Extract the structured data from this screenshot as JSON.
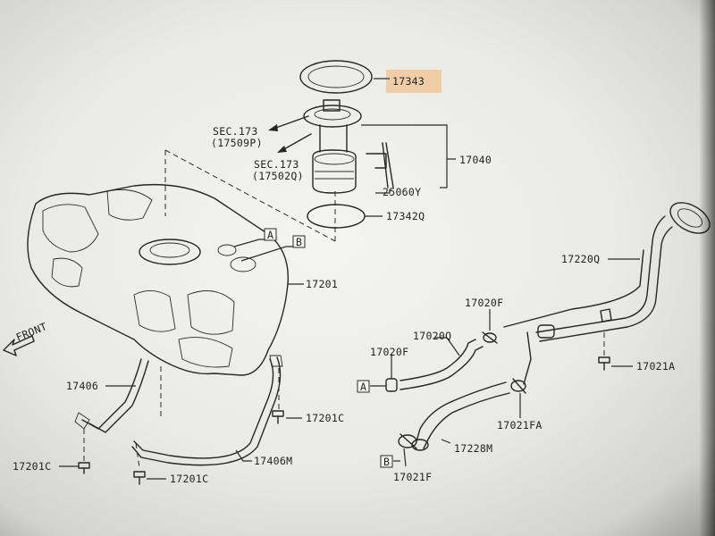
{
  "highlight_color": "#f0c89a",
  "callouts": {
    "p17343": "17343",
    "p17040": "17040",
    "p25060y": "25060Y",
    "p17342q": "17342Q",
    "p17201": "17201",
    "p17220q": "17220Q",
    "p17020f": "17020F",
    "p17020q": "17020Q",
    "p17020f_b": "17020F",
    "p17021a": "17021A",
    "p17406": "17406",
    "p17201c_r": "17201C",
    "p17201c_l": "17201C",
    "p17201c_b": "17201C",
    "p17406m": "17406M",
    "p17228m": "17228M",
    "p17021fa": "17021FA",
    "p17021f": "17021F"
  },
  "sec_refs": {
    "sec1_line1": "SEC.173",
    "sec1_line2": "(17509P)",
    "sec2_line1": "SEC.173",
    "sec2_line2": "(17502Q)"
  },
  "connectors": {
    "a_top": "A",
    "b_top": "B",
    "a_bottom": "A",
    "b_bottom": "B"
  },
  "front_label": "FRONT"
}
